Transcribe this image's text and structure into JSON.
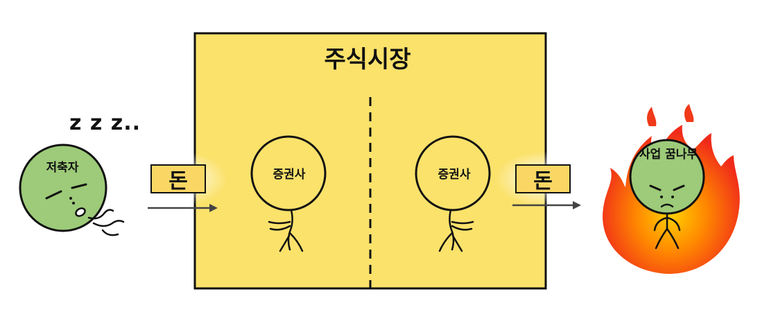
{
  "market": {
    "title": "주식시장"
  },
  "saver": {
    "label": "저축자",
    "sleep_text": "z z z.."
  },
  "brokers": [
    {
      "label": "증권사"
    },
    {
      "label": "증권사"
    }
  ],
  "dreamer": {
    "label": "사업 꿈나무"
  },
  "money_tags": [
    {
      "label": "돈"
    },
    {
      "label": "돈"
    }
  ],
  "colors": {
    "market_fill": "#fbe26b",
    "face_green": "#9dcb79",
    "money_fill": "#fad764",
    "fire_outer": "#f02a1a",
    "fire_inner": "#ff8a00",
    "outline": "#111111"
  }
}
